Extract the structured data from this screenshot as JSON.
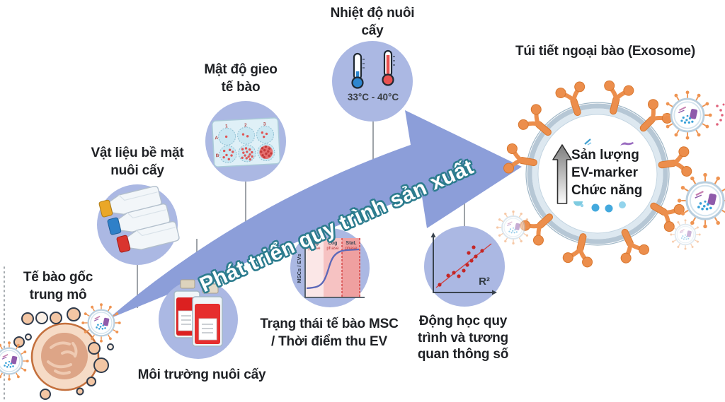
{
  "arrow": {
    "label": "Phát triển quy trình sản xuất"
  },
  "nodes": {
    "surface": {
      "line1": "Vật liệu bề mặt",
      "line2": "nuôi cấy"
    },
    "density": {
      "line1": "Mật độ gieo",
      "line2": "tế bào"
    },
    "temperature": {
      "line1": "Nhiệt độ nuôi",
      "line2": "cấy",
      "range": "33°C - 40°C"
    },
    "medium": {
      "label": "Môi trường nuôi cấy"
    },
    "state": {
      "line1": "Trạng thái tế bào MSC",
      "line2": "/ Thời điểm thu EV"
    },
    "kinetics": {
      "line1": "Động học quy",
      "line2": "trình và tương",
      "line3": "quan thông số",
      "r2": "R²"
    }
  },
  "source": {
    "line1": "Tế bào gốc",
    "line2": "trung mô"
  },
  "exosome": {
    "title": "Túi tiết ngoại bào (Exosome)",
    "metrics": [
      "Sản lượng",
      "EV-marker",
      "Chức năng"
    ]
  },
  "plate": {
    "cols": [
      "1",
      "2",
      "3"
    ],
    "rows": [
      "A",
      "B"
    ]
  },
  "growth_chart": {
    "ylabel": "MSCs / EVs",
    "phases": [
      {
        "name": "Lag",
        "sub": "phase"
      },
      {
        "name": "Log",
        "sub": "phase"
      },
      {
        "name": "Stat.",
        "sub": "phase"
      }
    ]
  },
  "colors": {
    "node_circle": "#abb8e3",
    "big_arrow": "#8c9ed9",
    "arrow_text_outline": "#2c7c8e",
    "receptor_orange": "#ec8e4c",
    "membrane_blue": "#b6c7d5",
    "liquid_red": "#dc2020",
    "curve_blue": "#5b68b8",
    "scatter_red": "#c42626",
    "cell_border": "#c4703d",
    "cell_fill": "#f6dbc6"
  }
}
